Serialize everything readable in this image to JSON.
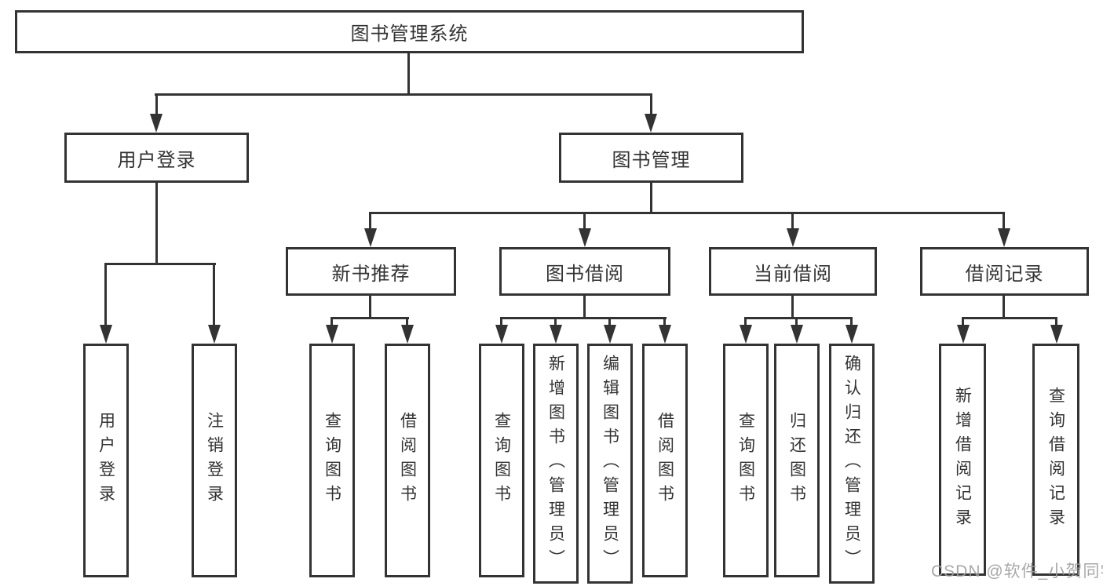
{
  "root": {
    "label": "图书管理系统"
  },
  "level2": {
    "user_login": {
      "label": "用户登录"
    },
    "book_mgmt": {
      "label": "图书管理"
    }
  },
  "level3": {
    "new_book_rec": {
      "label": "新书推荐"
    },
    "book_borrow": {
      "label": "图书借阅"
    },
    "current_borrow": {
      "label": "当前借阅"
    },
    "borrow_records": {
      "label": "借阅记录"
    }
  },
  "leaves": {
    "user_login": {
      "label": "用户登录"
    },
    "logout": {
      "label": "注销登录"
    },
    "rec_query_books": {
      "label": "查询图书"
    },
    "rec_borrow_books": {
      "label": "借阅图书"
    },
    "bb_query_books": {
      "label": "查询图书"
    },
    "bb_add_book_admin": {
      "label": "新增图书（管理员）"
    },
    "bb_edit_book_admin": {
      "label": "编辑图书（管理员）"
    },
    "bb_borrow_books": {
      "label": "借阅图书"
    },
    "cb_query_books": {
      "label": "查询图书"
    },
    "cb_return_book": {
      "label": "归还图书"
    },
    "cb_confirm_return_admin": {
      "label": "确认归还（管理员）"
    },
    "br_add_record": {
      "label": "新增借阅记录"
    },
    "br_query_record": {
      "label": "查询借阅记录"
    }
  },
  "watermark": {
    "label": "CSDN @软件_小贺同学"
  },
  "colors": {
    "line": "#333333",
    "background": "#ffffff",
    "watermark": "#9e9e9e"
  }
}
